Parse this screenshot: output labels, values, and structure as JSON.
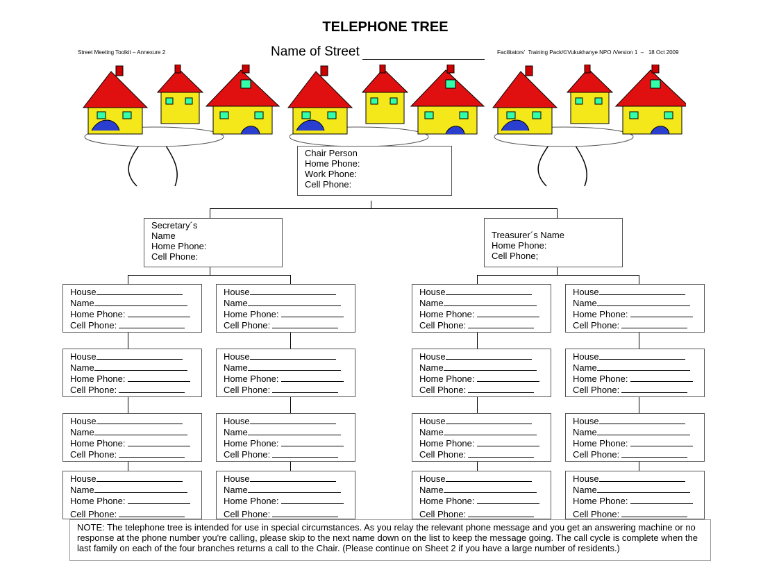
{
  "header": {
    "title": "TELEPHONE TREE",
    "toolkit": "Street Meeting Toolkit  – Annexure 2",
    "street_label": "Name of Street",
    "pack": "Facilitators’  Training Pack/©Vukukhanye NPO /Version 1  –   18 Oct 2009"
  },
  "chair": {
    "lines": [
      "Chair Person",
      "Home Phone:",
      "Work Phone:",
      "Cell Phone:"
    ]
  },
  "secretary": {
    "lines": [
      "Secretary´s",
      "Name",
      "Home Phone:",
      "Cell Phone:"
    ]
  },
  "treasurer": {
    "lines": [
      "Treasurer´s Name",
      "Home Phone:",
      "Cell Phone;"
    ]
  },
  "house_box": {
    "house": "House",
    "name": "Name",
    "home": "Home Phone:",
    "cell": "Cell Phone:"
  },
  "note": "NOTE: The telephone tree is intended for use in special circumstances. As you relay the relevant phone message and you get an answering machine or no response at the phone number you're calling, please skip to the next name down on the list to keep the message going. The call cycle is complete when the last family on each of the four branches returns a call to the Chair. (Please continue on Sheet 2 if you have a large number of residents.)",
  "illustration": {
    "subject": "row of cartoon houses",
    "roof_color": "#e01010",
    "wall_color": "#f5e81a"
  }
}
